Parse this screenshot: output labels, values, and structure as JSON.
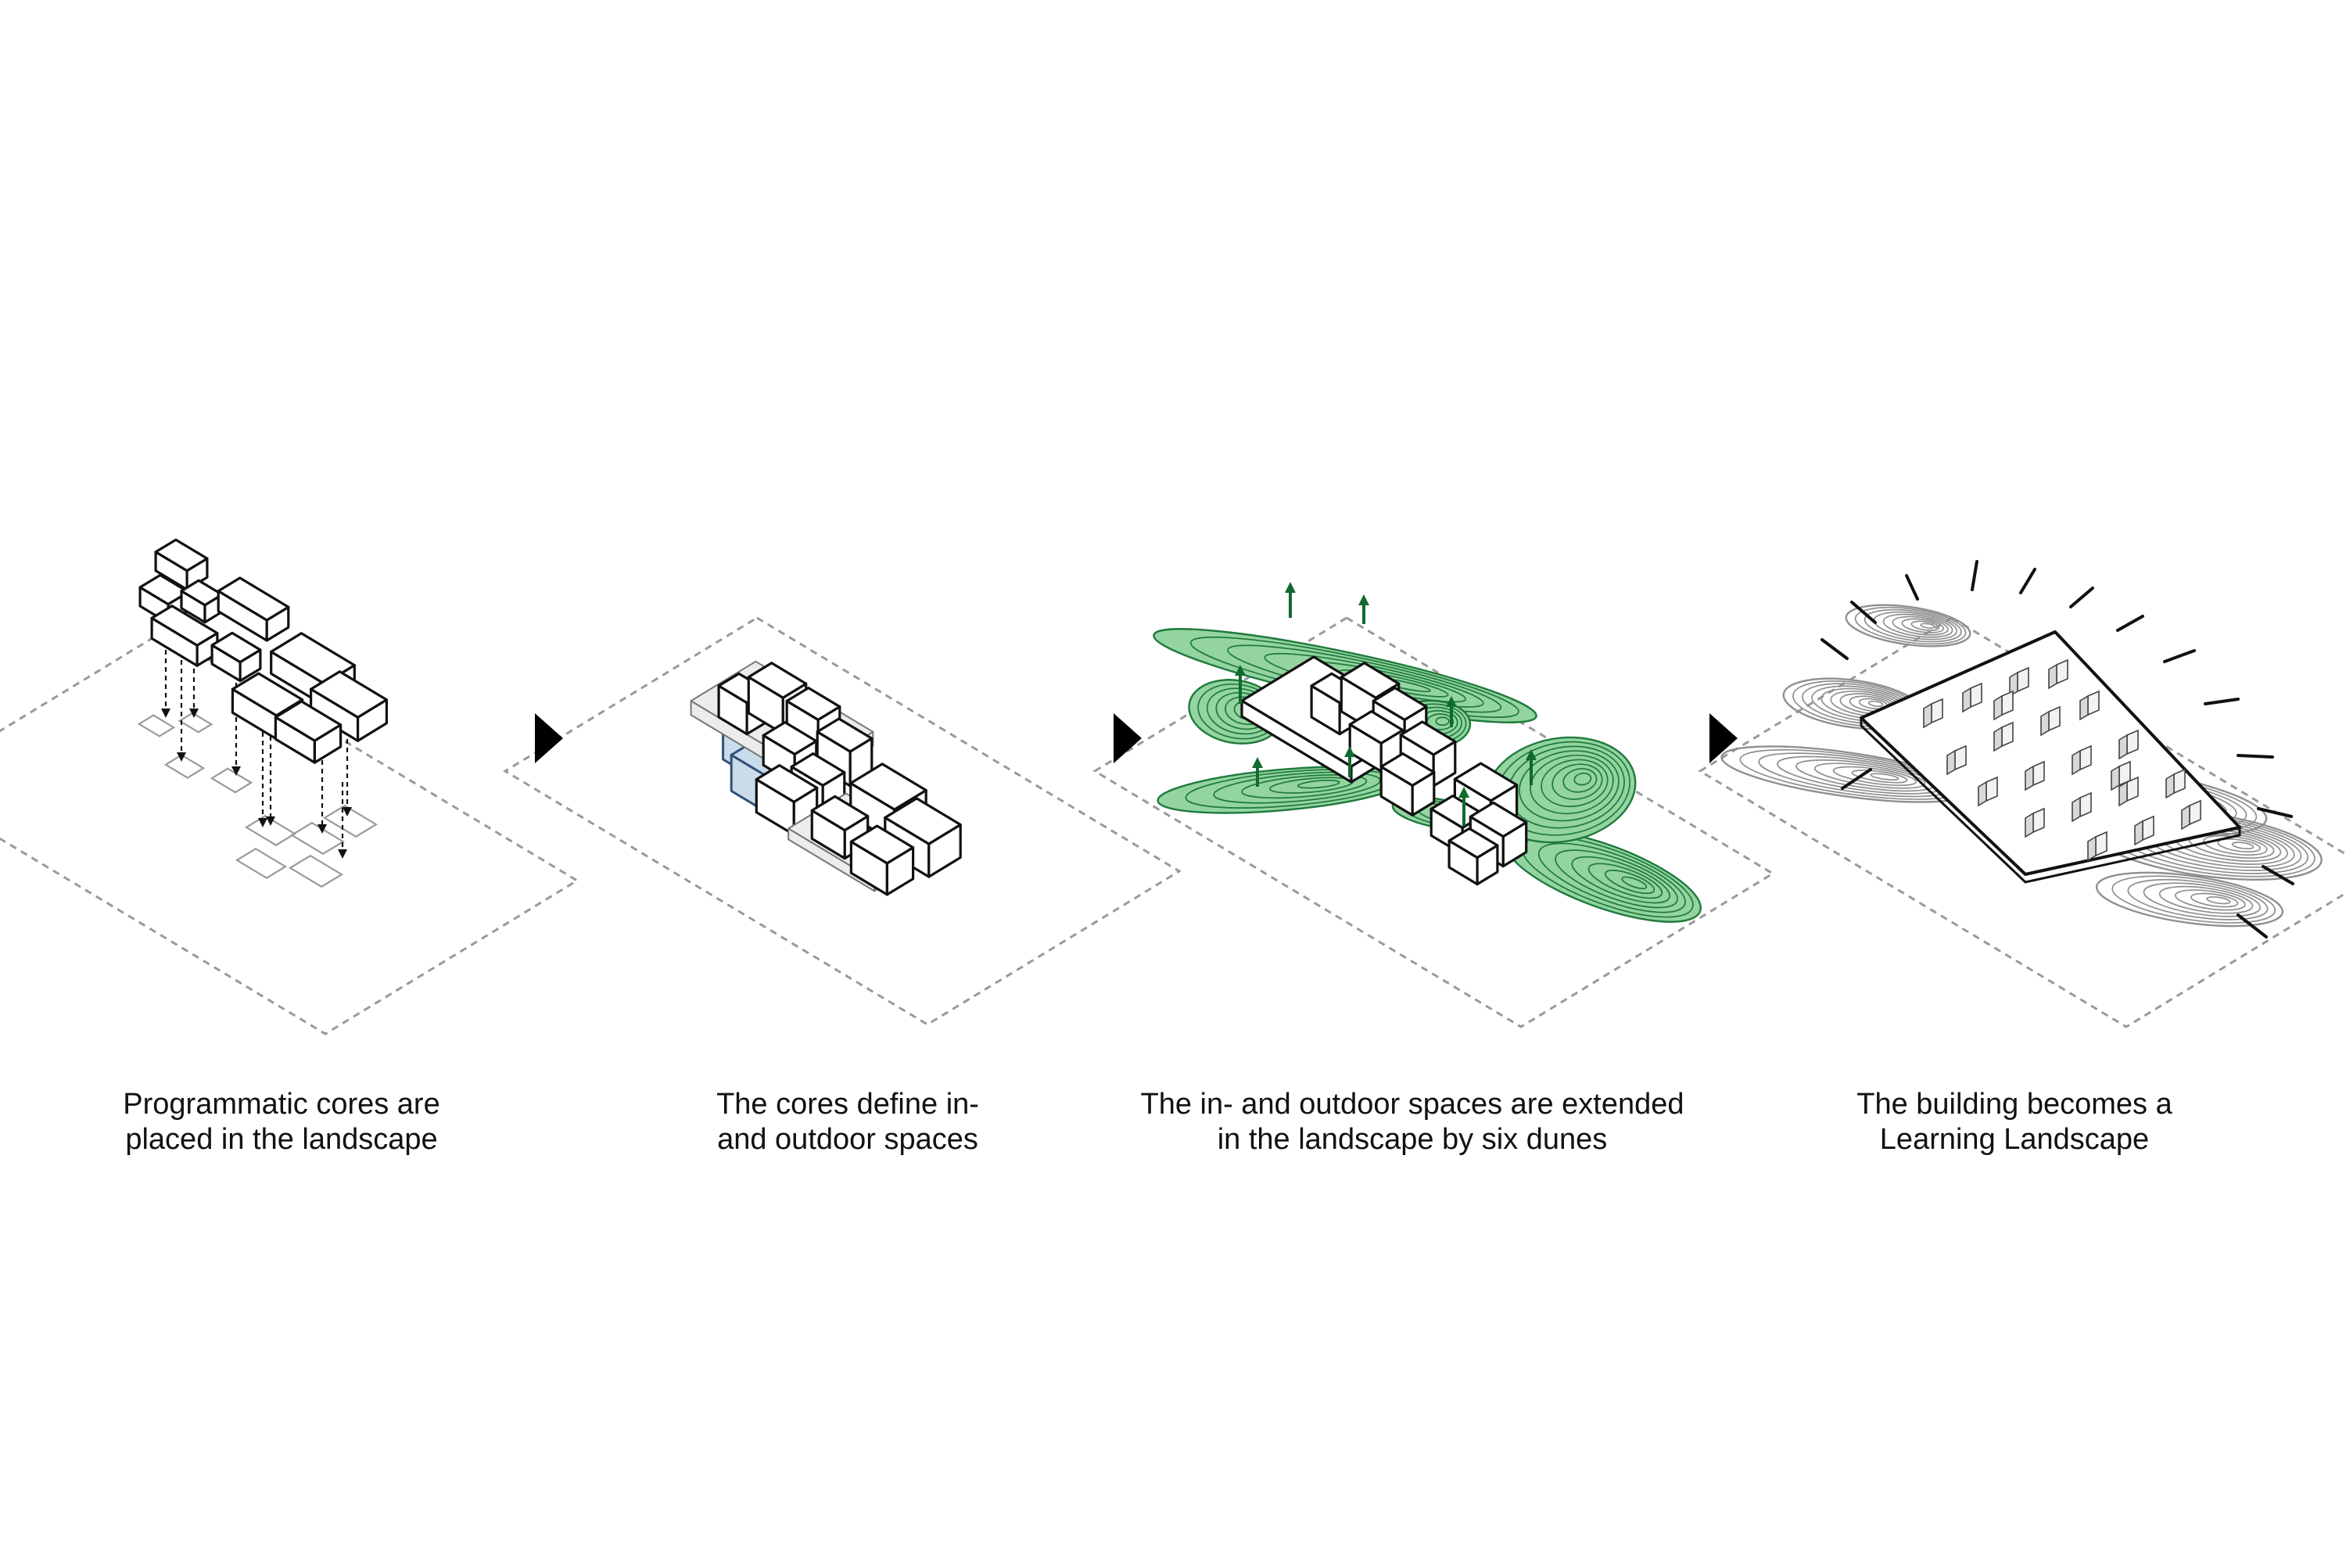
{
  "steps": [
    {
      "line1": "Programmatic cores are",
      "line2": "placed in the landscape"
    },
    {
      "line1": "The cores define in-",
      "line2": "and outdoor spaces"
    },
    {
      "line1": "The in- and outdoor spaces are extended",
      "line2": "in the landscape by six dunes"
    },
    {
      "line1": "The building becomes a",
      "line2": "Learning Landscape"
    }
  ],
  "colors": {
    "line": "#111111",
    "dashed": "#9a9a9a",
    "core_fill": "#ffffff",
    "court_fill": "#ececec",
    "indoor_tint": "#c9dcea",
    "indoor_line": "#33507a",
    "dune_fill": "#93d4a0",
    "dune_line": "#1f7a3c",
    "dune_arrow": "#0f6b2e",
    "contour": "#8f8f8f"
  }
}
